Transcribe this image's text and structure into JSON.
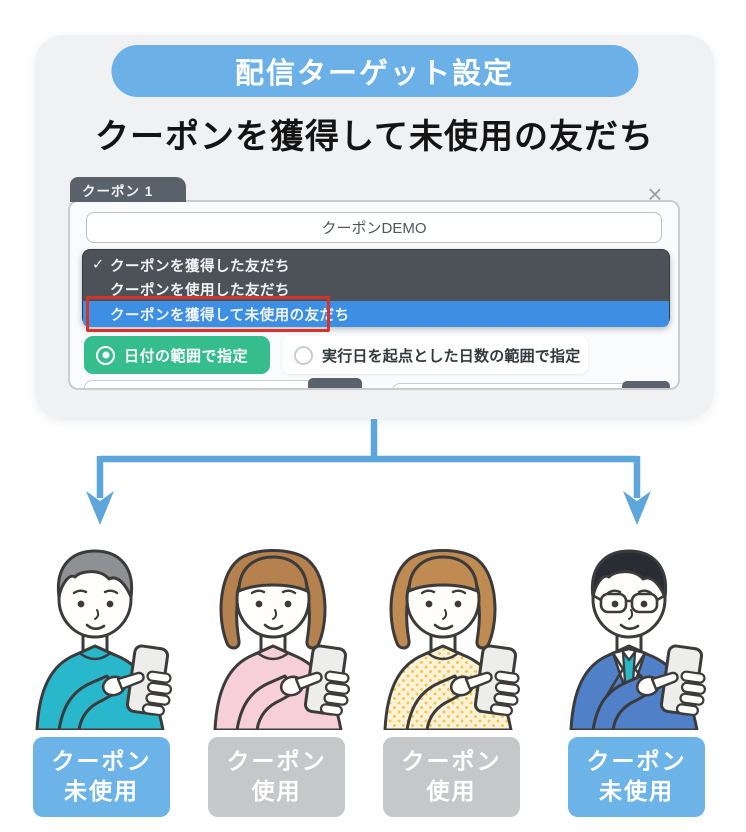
{
  "header": {
    "badge_label": "配信ターゲット設定",
    "title": "クーポンを獲得して未使用の友だち"
  },
  "dialog": {
    "tab_label": "クーポン 1",
    "close_label": "×",
    "coupon_field_value": "クーポンDEMO",
    "dropdown_options": [
      {
        "check": "✓",
        "label": "クーポンを獲得した友だち",
        "selected": false,
        "outlined": false
      },
      {
        "check": "",
        "label": "クーポンを使用した友だち",
        "selected": false,
        "outlined": false
      },
      {
        "check": "",
        "label": "クーポンを獲得して未使用の友だち",
        "selected": true,
        "outlined": true
      }
    ],
    "radios": [
      {
        "label": "日付の範囲で指定",
        "selected": true
      },
      {
        "label": "実行日を起点とした日数の範囲で指定",
        "selected": false
      }
    ]
  },
  "result_labels": [
    {
      "line1": "クーポン",
      "line2": "未使用",
      "status": "unused"
    },
    {
      "line1": "クーポン",
      "line2": "使用",
      "status": "used"
    },
    {
      "line1": "クーポン",
      "line2": "使用",
      "status": "used"
    },
    {
      "line1": "クーポン",
      "line2": "未使用",
      "status": "unused"
    }
  ],
  "people": [
    {
      "name": "man-teal-shirt",
      "hair": "#8E9094",
      "hairStyle": "short",
      "shirt": "#29B7CC",
      "glasses": false,
      "tie": "",
      "dots": ""
    },
    {
      "name": "woman-pink-shirt",
      "hair": "#B5814E",
      "hairStyle": "bob",
      "shirt": "#F7CFD8",
      "glasses": false,
      "tie": "",
      "dots": ""
    },
    {
      "name": "woman-yellow-hoodie",
      "hair": "#C08B52",
      "hairStyle": "bob",
      "shirt": "#FBF2D9",
      "glasses": false,
      "tie": "",
      "dots": "#F2C94C"
    },
    {
      "name": "man-blue-suit",
      "hair": "#2A2C33",
      "hairStyle": "short",
      "shirt": "#4F80C8",
      "glasses": true,
      "tie": "#2BB8C4",
      "dots": ""
    }
  ],
  "colors": {
    "badge_bg": "#6BB0E6",
    "arrow": "#5CA6DB",
    "label_unused_bg": "#6CB3E8",
    "label_used_bg": "#C5C7C9",
    "dropdown_bg": "#464C53",
    "dropdown_highlight": "#3D8FE3",
    "highlight_outline": "#D8322A",
    "radio_selected_bg": "#35BD8E",
    "card_bg": "#F0F1F3"
  }
}
